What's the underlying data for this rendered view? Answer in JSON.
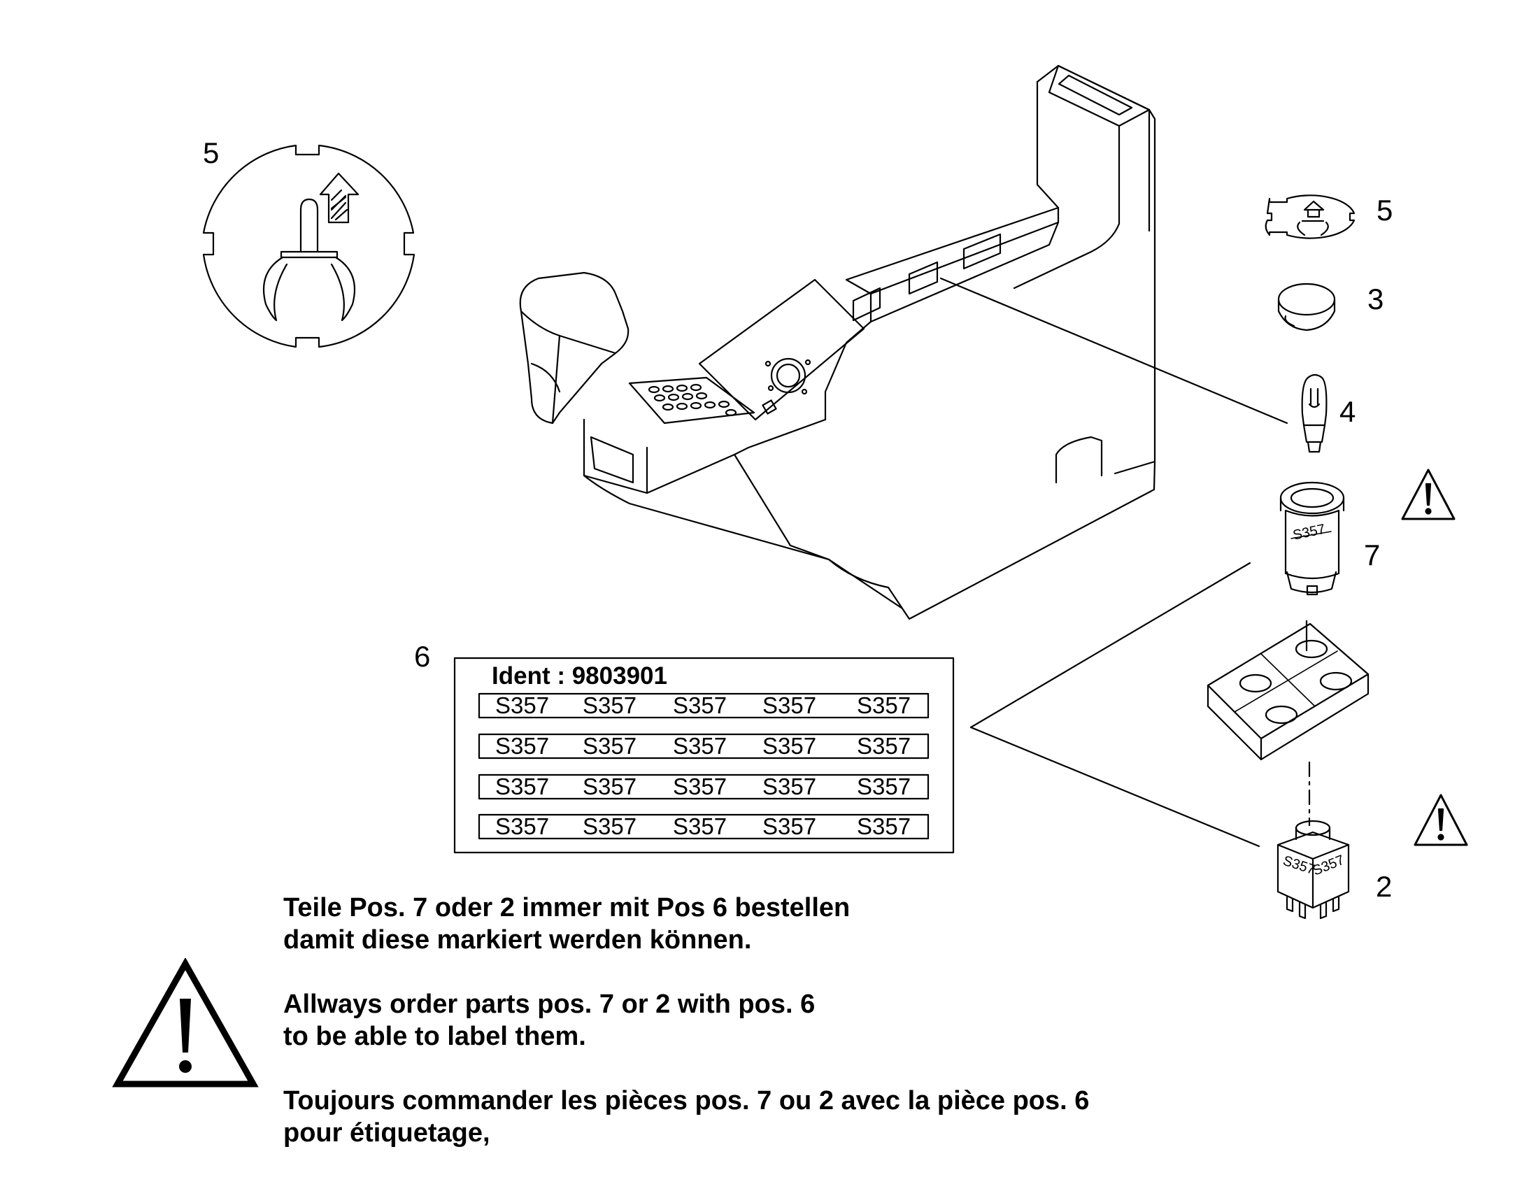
{
  "callouts": {
    "pos5_large": "5",
    "pos5": "5",
    "pos3": "3",
    "pos4": "4",
    "pos7": "7",
    "pos2": "2",
    "pos6": "6"
  },
  "label_sheet": {
    "ident": "Ident : 9803901",
    "rows": [
      [
        "S357",
        "S357",
        "S357",
        "S357",
        "S357"
      ],
      [
        "S357",
        "S357",
        "S357",
        "S357",
        "S357"
      ],
      [
        "S357",
        "S357",
        "S357",
        "S357",
        "S357"
      ],
      [
        "S357",
        "S357",
        "S357",
        "S357",
        "S357"
      ]
    ]
  },
  "part_marks": {
    "switch7": "S357",
    "switch2_left": "S357",
    "switch2_right": "S357"
  },
  "notes": {
    "de_line1": "Teile Pos. 7 oder 2 immer mit Pos 6 bestellen",
    "de_line2": "damit diese markiert werden können.",
    "en_line1": "Allways order parts pos. 7 or 2 with pos. 6",
    "en_line2": "to be able to label them.",
    "fr_line1": "Toujours commander les pièces pos. 7 ou 2 avec la pièce pos.  6",
    "fr_line2": "pour étiquetage,"
  }
}
